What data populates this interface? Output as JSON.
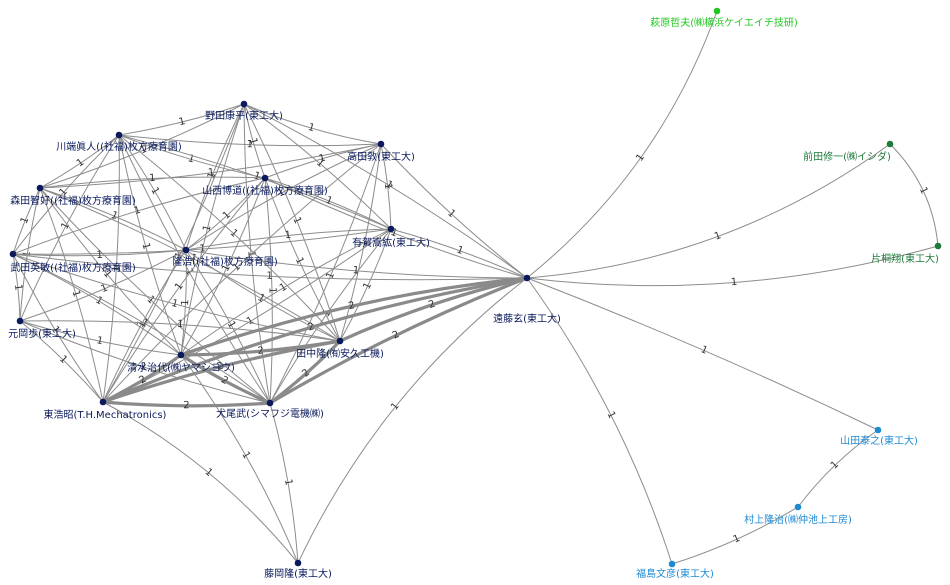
{
  "colors": {
    "navy": "#0a1a5c",
    "bright_green": "#1ec81e",
    "dark_green": "#1e7a3c",
    "blue": "#1e8ad2",
    "edge": "#8c8c8c"
  },
  "nodes": [
    {
      "id": "noda",
      "label": "野田康平(東工大)",
      "color": "navy"
    },
    {
      "id": "kawabata",
      "label": "川端眞人((社福)枚方療育園)",
      "color": "navy"
    },
    {
      "id": "takada",
      "label": "高田敦(東工大)",
      "color": "navy"
    },
    {
      "id": "morita",
      "label": "森田智好((社福)枚方療育園)",
      "color": "navy"
    },
    {
      "id": "yamanishi",
      "label": "山西博道((社福)枚方療育園)",
      "color": "navy"
    },
    {
      "id": "ariga",
      "label": "有賀嵩紘(東工大)",
      "color": "navy"
    },
    {
      "id": "takeda",
      "label": "武田英敏((社福)枚方療育園)",
      "color": "navy"
    },
    {
      "id": "mid",
      "label": "隆浩((社福)枚方療育園)",
      "color": "navy"
    },
    {
      "id": "motooka",
      "label": "元岡歩(東工大)",
      "color": "navy"
    },
    {
      "id": "tanaka",
      "label": "田中隆(㈲安久工機)",
      "color": "navy"
    },
    {
      "id": "shimizu",
      "label": "清水治代(㈱ヤマシヨウ)",
      "color": "navy"
    },
    {
      "id": "azuma",
      "label": "東浩昭(T.H.Mechatronics)",
      "color": "navy"
    },
    {
      "id": "inuo",
      "label": "犬尾武(シマフジ電機㈱)",
      "color": "navy"
    },
    {
      "id": "endo",
      "label": "遠藤玄(東工大)",
      "color": "navy"
    },
    {
      "id": "fujioka",
      "label": "藤岡隆(東工大)",
      "color": "navy"
    },
    {
      "id": "hagiwara",
      "label": "萩原哲夫(㈱横浜ケイエイチ技研)",
      "color": "bright_green"
    },
    {
      "id": "maeda",
      "label": "前田修一(㈱イシダ)",
      "color": "dark_green"
    },
    {
      "id": "katagiri",
      "label": "片桐翔(東工大)",
      "color": "dark_green"
    },
    {
      "id": "yamada",
      "label": "山田泰之(東工大)",
      "color": "blue"
    },
    {
      "id": "murakami",
      "label": "村上隆治(㈱仲池上工房)",
      "color": "blue"
    },
    {
      "id": "fukushima",
      "label": "福島文彦(東工大)",
      "color": "blue"
    }
  ],
  "edges": [
    {
      "from": "noda",
      "to": "kawabata",
      "label": "1"
    },
    {
      "from": "noda",
      "to": "takada",
      "label": "1"
    },
    {
      "from": "noda",
      "to": "morita",
      "label": "1"
    },
    {
      "from": "noda",
      "to": "yamanishi",
      "label": "1"
    },
    {
      "from": "noda",
      "to": "ariga",
      "label": "1"
    },
    {
      "from": "noda",
      "to": "mid",
      "label": "1"
    },
    {
      "from": "noda",
      "to": "tanaka",
      "label": "1"
    },
    {
      "from": "noda",
      "to": "shimizu",
      "label": "1"
    },
    {
      "from": "noda",
      "to": "azuma",
      "label": "1"
    },
    {
      "from": "noda",
      "to": "inuo",
      "label": "1"
    },
    {
      "from": "noda",
      "to": "endo",
      "label": "1"
    },
    {
      "from": "kawabata",
      "to": "takada",
      "label": "1"
    },
    {
      "from": "kawabata",
      "to": "morita",
      "label": "1"
    },
    {
      "from": "kawabata",
      "to": "yamanishi",
      "label": "1"
    },
    {
      "from": "kawabata",
      "to": "ariga",
      "label": "1"
    },
    {
      "from": "kawabata",
      "to": "takeda",
      "label": "1"
    },
    {
      "from": "kawabata",
      "to": "mid",
      "label": "1"
    },
    {
      "from": "kawabata",
      "to": "motooka",
      "label": "1"
    },
    {
      "from": "kawabata",
      "to": "tanaka",
      "label": "1"
    },
    {
      "from": "kawabata",
      "to": "shimizu",
      "label": "1"
    },
    {
      "from": "kawabata",
      "to": "azuma",
      "label": "1"
    },
    {
      "from": "kawabata",
      "to": "inuo",
      "label": "1"
    },
    {
      "from": "takada",
      "to": "morita",
      "label": "1"
    },
    {
      "from": "takada",
      "to": "yamanishi",
      "label": "1"
    },
    {
      "from": "takada",
      "to": "ariga",
      "label": "1"
    },
    {
      "from": "takada",
      "to": "mid",
      "label": "1"
    },
    {
      "from": "takada",
      "to": "tanaka",
      "label": "1"
    },
    {
      "from": "takada",
      "to": "azuma",
      "label": "1"
    },
    {
      "from": "takada",
      "to": "inuo",
      "label": "1"
    },
    {
      "from": "takada",
      "to": "endo",
      "label": "1"
    },
    {
      "from": "morita",
      "to": "yamanishi",
      "label": "1"
    },
    {
      "from": "morita",
      "to": "takeda",
      "label": "1"
    },
    {
      "from": "morita",
      "to": "mid",
      "label": "1"
    },
    {
      "from": "morita",
      "to": "motooka",
      "label": "1"
    },
    {
      "from": "morita",
      "to": "tanaka",
      "label": "1"
    },
    {
      "from": "morita",
      "to": "shimizu",
      "label": "1"
    },
    {
      "from": "morita",
      "to": "azuma",
      "label": "1"
    },
    {
      "from": "morita",
      "to": "inuo",
      "label": "1"
    },
    {
      "from": "yamanishi",
      "to": "ariga",
      "label": "1"
    },
    {
      "from": "yamanishi",
      "to": "takeda",
      "label": "1"
    },
    {
      "from": "yamanishi",
      "to": "mid",
      "label": "1"
    },
    {
      "from": "yamanishi",
      "to": "tanaka",
      "label": "1"
    },
    {
      "from": "yamanishi",
      "to": "shimizu",
      "label": "1"
    },
    {
      "from": "yamanishi",
      "to": "azuma",
      "label": "1"
    },
    {
      "from": "yamanishi",
      "to": "inuo",
      "label": "1"
    },
    {
      "from": "yamanishi",
      "to": "endo",
      "label": "1"
    },
    {
      "from": "ariga",
      "to": "takeda",
      "label": "1"
    },
    {
      "from": "ariga",
      "to": "mid",
      "label": "1"
    },
    {
      "from": "ariga",
      "to": "tanaka",
      "label": "1"
    },
    {
      "from": "ariga",
      "to": "shimizu",
      "label": "1"
    },
    {
      "from": "ariga",
      "to": "azuma",
      "label": "1"
    },
    {
      "from": "ariga",
      "to": "inuo",
      "label": "1"
    },
    {
      "from": "ariga",
      "to": "endo",
      "label": "1"
    },
    {
      "from": "takeda",
      "to": "mid",
      "label": "1"
    },
    {
      "from": "takeda",
      "to": "motooka",
      "label": "1"
    },
    {
      "from": "takeda",
      "to": "tanaka",
      "label": "1"
    },
    {
      "from": "takeda",
      "to": "shimizu",
      "label": "1"
    },
    {
      "from": "takeda",
      "to": "azuma",
      "label": "1"
    },
    {
      "from": "takeda",
      "to": "inuo",
      "label": "1"
    },
    {
      "from": "takeda",
      "to": "endo",
      "label": "1"
    },
    {
      "from": "mid",
      "to": "motooka",
      "label": "1"
    },
    {
      "from": "mid",
      "to": "tanaka",
      "label": "1"
    },
    {
      "from": "mid",
      "to": "shimizu",
      "label": "1"
    },
    {
      "from": "mid",
      "to": "azuma",
      "label": "1"
    },
    {
      "from": "mid",
      "to": "inuo",
      "label": "1"
    },
    {
      "from": "mid",
      "to": "endo",
      "label": "1"
    },
    {
      "from": "motooka",
      "to": "tanaka",
      "label": "1"
    },
    {
      "from": "motooka",
      "to": "shimizu",
      "label": "1"
    },
    {
      "from": "motooka",
      "to": "azuma",
      "label": "1"
    },
    {
      "from": "motooka",
      "to": "inuo",
      "label": "1"
    },
    {
      "from": "tanaka",
      "to": "shimizu",
      "label": "2"
    },
    {
      "from": "tanaka",
      "to": "azuma",
      "label": "2"
    },
    {
      "from": "tanaka",
      "to": "inuo",
      "label": "2"
    },
    {
      "from": "tanaka",
      "to": "endo",
      "label": "2"
    },
    {
      "from": "shimizu",
      "to": "azuma",
      "label": "2"
    },
    {
      "from": "shimizu",
      "to": "inuo",
      "label": "2"
    },
    {
      "from": "shimizu",
      "to": "endo",
      "label": "2"
    },
    {
      "from": "azuma",
      "to": "inuo",
      "label": "2"
    },
    {
      "from": "azuma",
      "to": "endo",
      "label": "2"
    },
    {
      "from": "inuo",
      "to": "endo",
      "label": "2"
    },
    {
      "from": "azuma",
      "to": "fujioka",
      "label": "1"
    },
    {
      "from": "inuo",
      "to": "fujioka",
      "label": "1"
    },
    {
      "from": "shimizu",
      "to": "fujioka",
      "label": "1"
    },
    {
      "from": "endo",
      "to": "fujioka",
      "label": "1"
    },
    {
      "from": "endo",
      "to": "hagiwara",
      "label": "1"
    },
    {
      "from": "endo",
      "to": "maeda",
      "label": "1"
    },
    {
      "from": "endo",
      "to": "katagiri",
      "label": "1"
    },
    {
      "from": "maeda",
      "to": "katagiri",
      "label": "1"
    },
    {
      "from": "endo",
      "to": "yamada",
      "label": "1"
    },
    {
      "from": "endo",
      "to": "fukushima",
      "label": "1"
    },
    {
      "from": "yamada",
      "to": "murakami",
      "label": "1"
    },
    {
      "from": "murakami",
      "to": "fukushima",
      "label": "1"
    }
  ]
}
